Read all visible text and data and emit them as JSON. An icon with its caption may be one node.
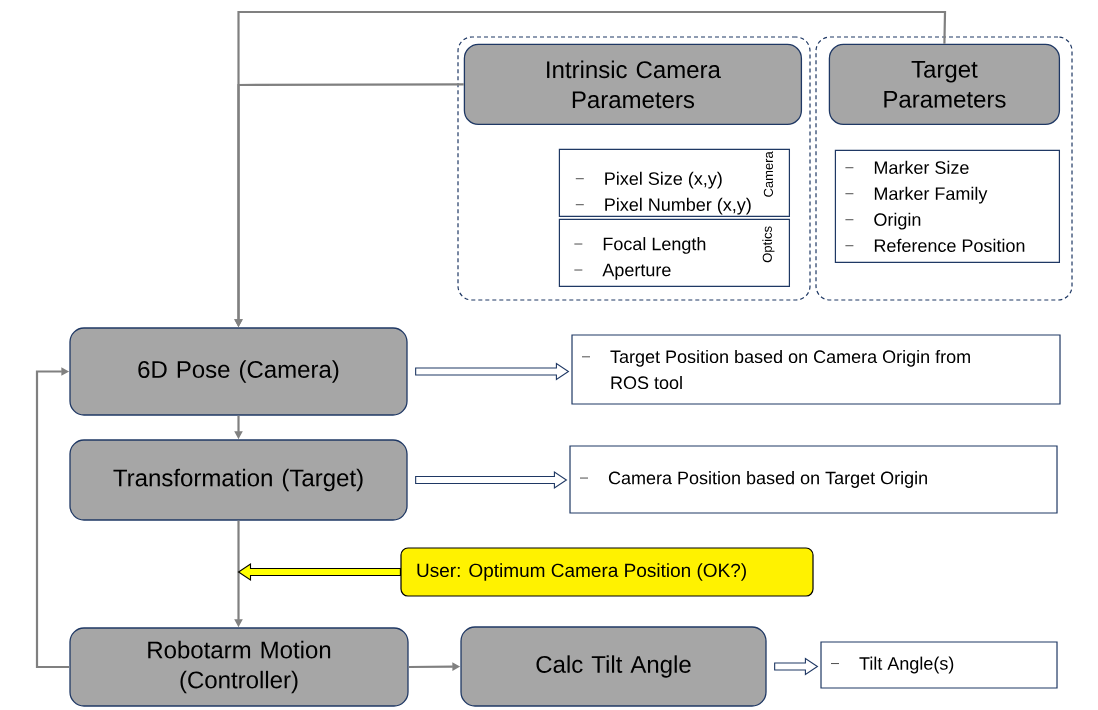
{
  "diagram": {
    "nodes": [
      {
        "text": [],
        "shape": "box"
      },
      {
        "text": [
          "Intrinsic Camera Parameters"
        ],
        "in": 0
      },
      {
        "text": [
          "Pixel Size (x,y)",
          "Pixel Number (x,y)",
          "Camera"
        ],
        "in": 0
      },
      {
        "text": [
          "Focal Length",
          "Aperture",
          "Optics"
        ],
        "in": 0
      },
      {
        "text": [],
        "shape": "box"
      },
      {
        "text": [
          "Target Parameters"
        ],
        "in": 4
      },
      {
        "text": [
          "Marker Size",
          "Marker Family",
          "Origin",
          "Reference Position"
        ],
        "in": 4
      },
      {
        "text": [
          "6D Pose (Camera)"
        ]
      },
      {
        "text": [
          "Target Position based on Camera Origin from ROS tool"
        ]
      },
      {
        "text": [
          "Transformation (Target)"
        ]
      },
      {
        "text": [
          "Camera Position based on Target Origin"
        ]
      },
      {
        "text": [
          "User: Optimum Camera Position (OK?)"
        ]
      },
      {
        "text": [
          "Robotarm Motion (Controller)"
        ]
      },
      {
        "text": [
          "Calc Tilt Angle"
        ]
      },
      {
        "text": [
          "Tilt Angle(s)"
        ]
      }
    ],
    "edges": [
      {
        "from": 5,
        "to": 7,
        "arrow": "to"
      },
      {
        "from": 1,
        "to": 7,
        "arrow": "to"
      },
      {
        "from": 7,
        "to": 9,
        "arrow": "to"
      },
      {
        "from": 9,
        "to": 12,
        "arrow": "to"
      },
      {
        "from": 12,
        "to": 7,
        "arrow": "to"
      },
      {
        "from": 12,
        "to": 13,
        "arrow": "to"
      },
      {
        "from": 7,
        "to": 8,
        "arrow": "to",
        "style": "thick",
        "color": "#1f3864"
      },
      {
        "from": 9,
        "to": 10,
        "arrow": "to",
        "style": "thick",
        "color": "#1f3864"
      },
      {
        "from": 13,
        "to": 14,
        "arrow": "to",
        "style": "thick",
        "color": "#1f3864"
      },
      {
        "from": 11,
        "to": null,
        "arrow": "to",
        "style": "thick",
        "color": "#ffff00"
      }
    ]
  }
}
